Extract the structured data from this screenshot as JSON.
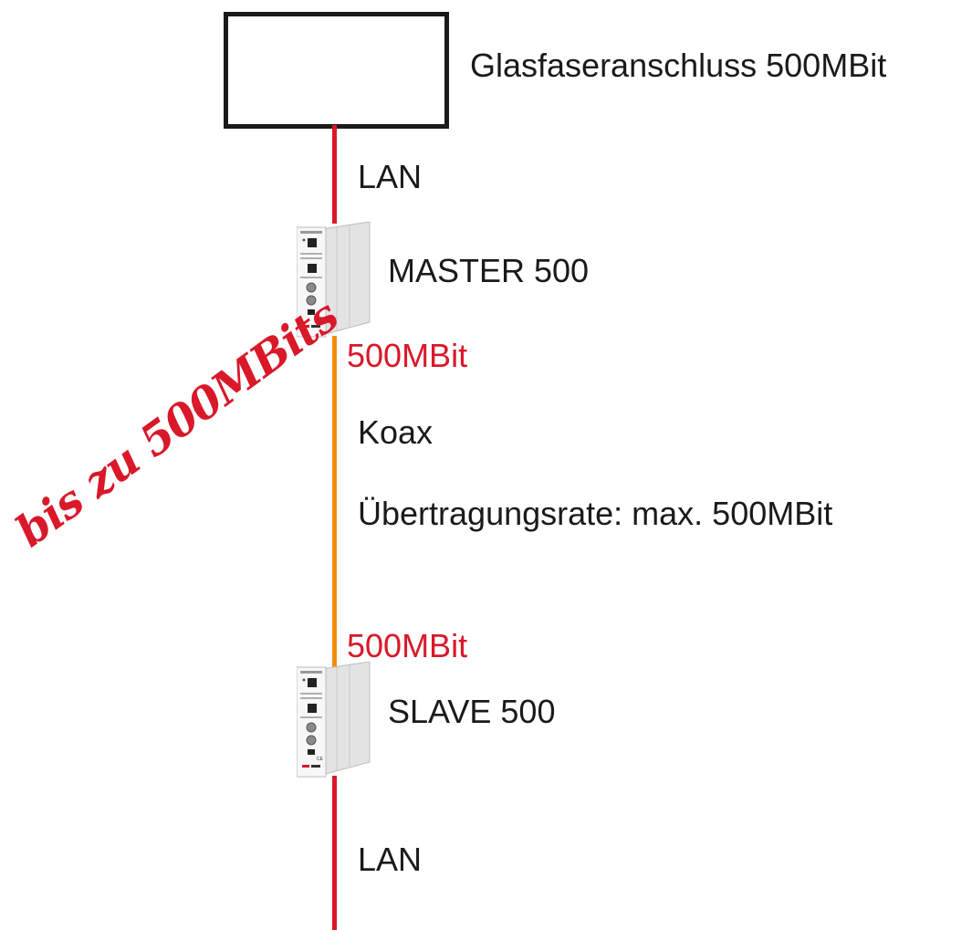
{
  "diagram": {
    "fiber_label": "Glasfaseranschluss 500MBit",
    "lan_top": "LAN",
    "master_label": "MASTER 500",
    "rate_top": "500MBit",
    "coax_label": "Koax",
    "transfer_rate": "Übertragungsrate: max. 500MBit",
    "rate_bottom": "500MBit",
    "slave_label": "SLAVE 500",
    "lan_bottom": "LAN",
    "handwritten_note": "bis zu 500MBits"
  },
  "colors": {
    "lan_cable": "#d9182a",
    "coax_cable": "#f28c0f",
    "rate_text": "#d9182a",
    "note_text": "#d9182a"
  }
}
